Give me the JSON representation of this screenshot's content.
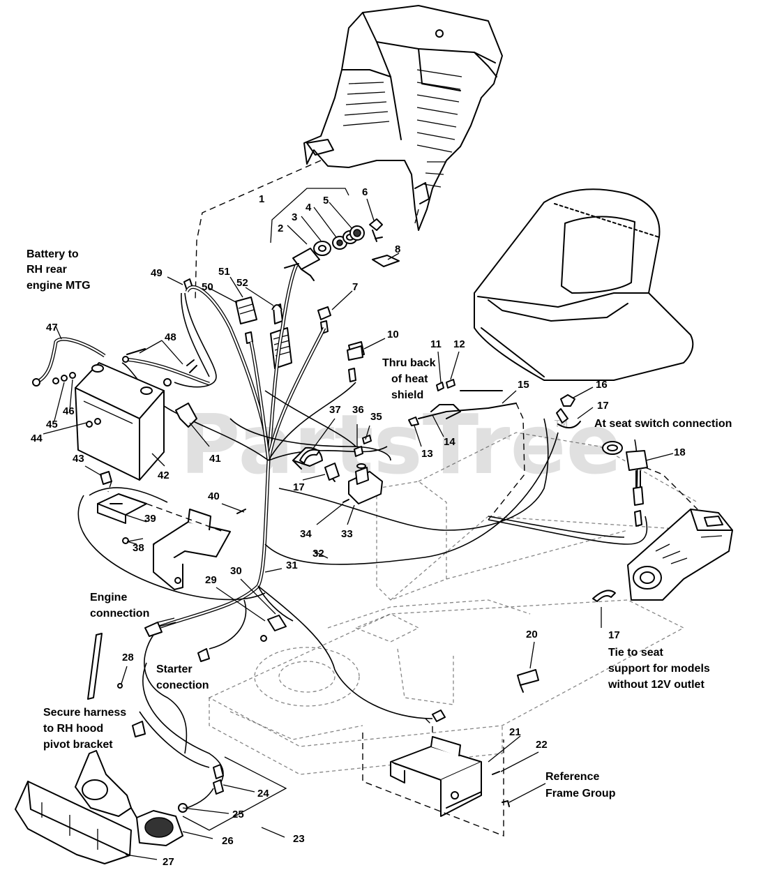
{
  "watermark": {
    "text": "PartsTree",
    "mark": "TM"
  },
  "callouts": [
    {
      "id": "c1",
      "text": "1"
    },
    {
      "id": "c2",
      "text": "2"
    },
    {
      "id": "c3",
      "text": "3"
    },
    {
      "id": "c4",
      "text": "4"
    },
    {
      "id": "c5",
      "text": "5"
    },
    {
      "id": "c6",
      "text": "6"
    },
    {
      "id": "c7",
      "text": "7"
    },
    {
      "id": "c8",
      "text": "8"
    },
    {
      "id": "c10",
      "text": "10"
    },
    {
      "id": "c11",
      "text": "11"
    },
    {
      "id": "c12",
      "text": "12"
    },
    {
      "id": "c13",
      "text": "13"
    },
    {
      "id": "c14",
      "text": "14"
    },
    {
      "id": "c15",
      "text": "15"
    },
    {
      "id": "c16",
      "text": "16"
    },
    {
      "id": "c17a",
      "text": "17"
    },
    {
      "id": "c17b",
      "text": "17"
    },
    {
      "id": "c17c",
      "text": "17"
    },
    {
      "id": "c18",
      "text": "18"
    },
    {
      "id": "c20",
      "text": "20"
    },
    {
      "id": "c21",
      "text": "21"
    },
    {
      "id": "c22",
      "text": "22"
    },
    {
      "id": "c23",
      "text": "23"
    },
    {
      "id": "c24",
      "text": "24"
    },
    {
      "id": "c25",
      "text": "25"
    },
    {
      "id": "c26",
      "text": "26"
    },
    {
      "id": "c27",
      "text": "27"
    },
    {
      "id": "c28",
      "text": "28"
    },
    {
      "id": "c29",
      "text": "29"
    },
    {
      "id": "c30",
      "text": "30"
    },
    {
      "id": "c31",
      "text": "31"
    },
    {
      "id": "c32",
      "text": "32"
    },
    {
      "id": "c33",
      "text": "33"
    },
    {
      "id": "c34",
      "text": "34"
    },
    {
      "id": "c35",
      "text": "35"
    },
    {
      "id": "c36",
      "text": "36"
    },
    {
      "id": "c37",
      "text": "37"
    },
    {
      "id": "c38",
      "text": "38"
    },
    {
      "id": "c39",
      "text": "39"
    },
    {
      "id": "c40",
      "text": "40"
    },
    {
      "id": "c41",
      "text": "41"
    },
    {
      "id": "c42",
      "text": "42"
    },
    {
      "id": "c43",
      "text": "43"
    },
    {
      "id": "c44",
      "text": "44"
    },
    {
      "id": "c45",
      "text": "45"
    },
    {
      "id": "c46",
      "text": "46"
    },
    {
      "id": "c47",
      "text": "47"
    },
    {
      "id": "c48",
      "text": "48"
    },
    {
      "id": "c49",
      "text": "49"
    },
    {
      "id": "c50",
      "text": "50"
    },
    {
      "id": "c51",
      "text": "51"
    },
    {
      "id": "c52",
      "text": "52"
    }
  ],
  "notes": {
    "battery": [
      "Battery to",
      "RH rear",
      "engine MTG"
    ],
    "heat_shield": [
      "Thru back",
      "of heat",
      "shield"
    ],
    "seat_switch": [
      "At seat switch connection"
    ],
    "engine": [
      "Engine",
      "connection"
    ],
    "starter": [
      "Starter",
      "conection"
    ],
    "secure": [
      "Secure harness",
      "to RH hood",
      "pivot bracket"
    ],
    "tie": [
      "Tie to seat",
      "support for models",
      "without 12V outlet"
    ],
    "reference": [
      "Reference",
      "Frame Group"
    ]
  }
}
